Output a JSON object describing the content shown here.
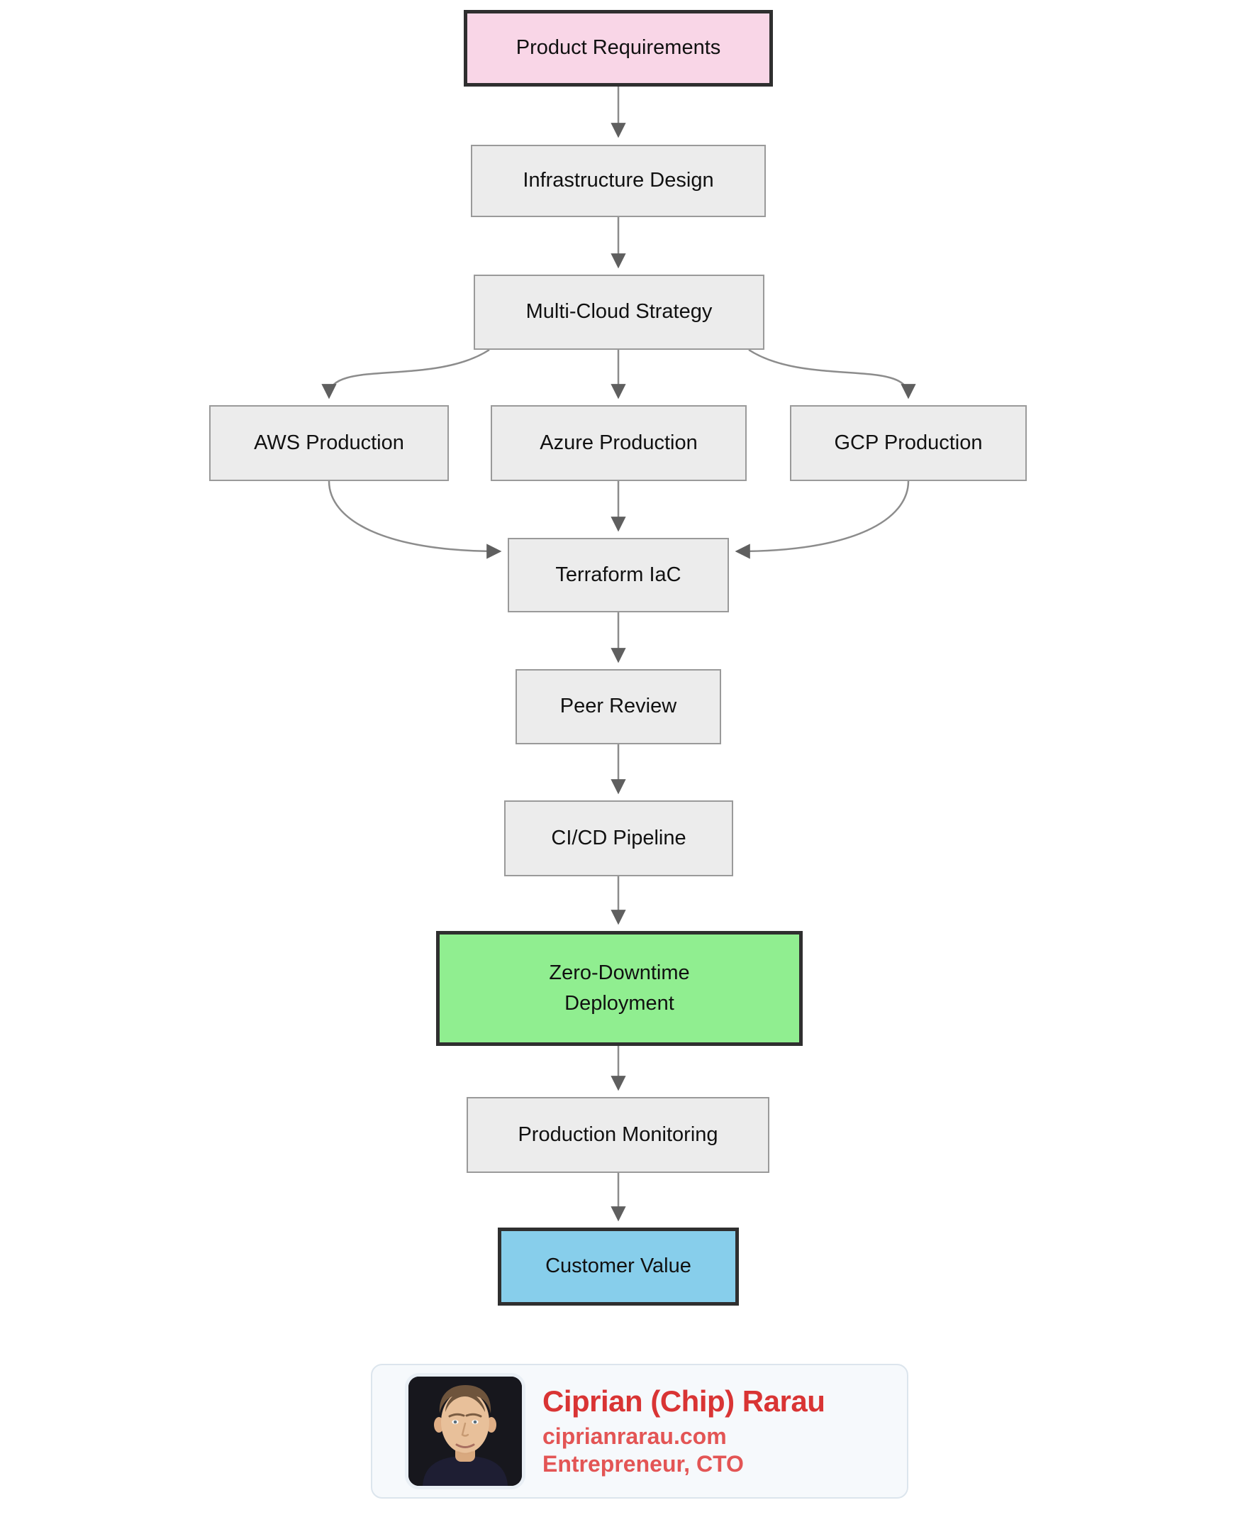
{
  "theme": {
    "node_gray": "#ececec",
    "node_gray_border": "#9a9a9a",
    "pink_fill": "#f9d6e7",
    "green_fill": "#90ee90",
    "blue_fill": "#87ceeb",
    "accent_border": "#2f2f2f",
    "edge_line": "#8c8c8c",
    "edge_head": "#5f5f5f",
    "name_red": "#d93434",
    "link_red": "#e35555",
    "card_bg": "#f6f9fc",
    "card_border": "#dce5ed"
  },
  "diagram": {
    "type": "flowchart-top-down",
    "nodes": {
      "product_requirements": {
        "label": "Product Requirements"
      },
      "infrastructure_design": {
        "label": "Infrastructure Design"
      },
      "multi_cloud_strategy": {
        "label": "Multi-Cloud Strategy"
      },
      "aws_production": {
        "label": "AWS Production"
      },
      "azure_production": {
        "label": "Azure Production"
      },
      "gcp_production": {
        "label": "GCP Production"
      },
      "terraform_iac": {
        "label": "Terraform IaC"
      },
      "peer_review": {
        "label": "Peer Review"
      },
      "cicd_pipeline": {
        "label": "CI/CD Pipeline"
      },
      "zero_downtime_deployment": {
        "label": "Zero-Downtime\nDeployment"
      },
      "production_monitoring": {
        "label": "Production Monitoring"
      },
      "customer_value": {
        "label": "Customer Value"
      }
    },
    "edges": [
      {
        "from": "product_requirements",
        "to": "infrastructure_design"
      },
      {
        "from": "infrastructure_design",
        "to": "multi_cloud_strategy"
      },
      {
        "from": "multi_cloud_strategy",
        "to": "aws_production"
      },
      {
        "from": "multi_cloud_strategy",
        "to": "azure_production"
      },
      {
        "from": "multi_cloud_strategy",
        "to": "gcp_production"
      },
      {
        "from": "aws_production",
        "to": "terraform_iac"
      },
      {
        "from": "azure_production",
        "to": "terraform_iac"
      },
      {
        "from": "gcp_production",
        "to": "terraform_iac"
      },
      {
        "from": "terraform_iac",
        "to": "peer_review"
      },
      {
        "from": "peer_review",
        "to": "cicd_pipeline"
      },
      {
        "from": "cicd_pipeline",
        "to": "zero_downtime_deployment"
      },
      {
        "from": "zero_downtime_deployment",
        "to": "production_monitoring"
      },
      {
        "from": "production_monitoring",
        "to": "customer_value"
      }
    ]
  },
  "profile_card": {
    "name": "Ciprian (Chip) Rarau",
    "website": "ciprianrarau.com",
    "title": "Entrepreneur, CTO",
    "photo": "portrait-of-man-dark-background"
  }
}
